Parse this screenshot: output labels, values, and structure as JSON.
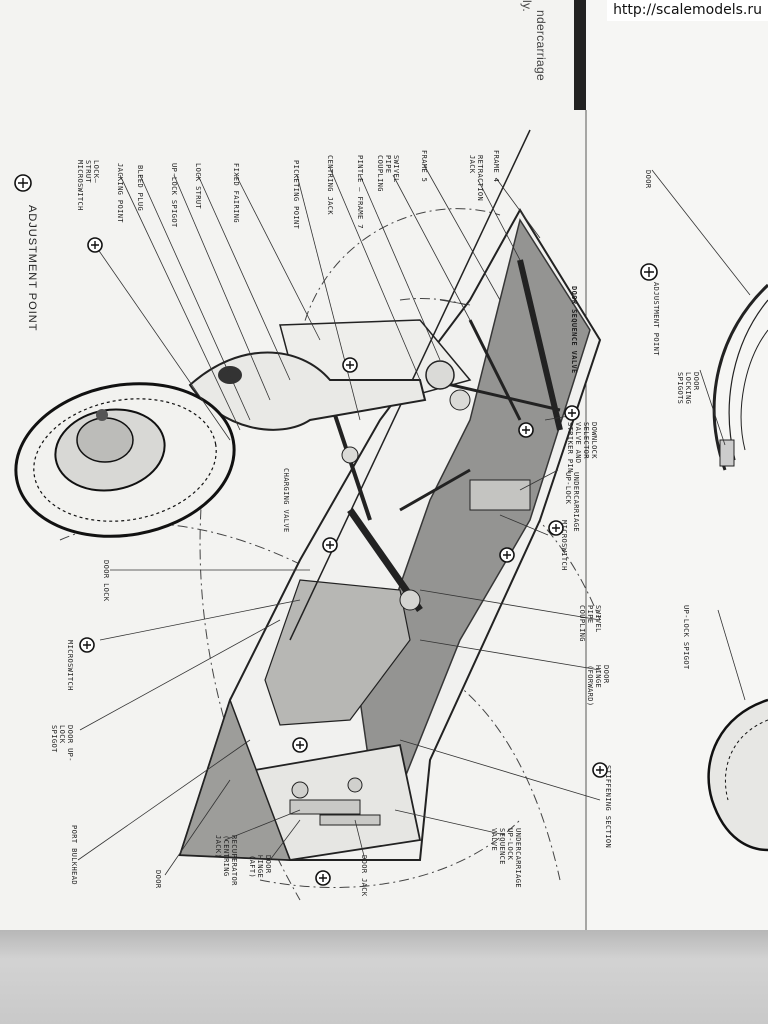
{
  "watermark": "http://scalemodels.ru",
  "header": {
    "heading": "ndercarriage",
    "fragment": "ly."
  },
  "legend": {
    "adjustment_point": "ADJUSTMENT POINT"
  },
  "right_page": {
    "door": "DOOR",
    "adjustment_point": "ADJUSTMENT POINT",
    "door_locking_spigots": "DOOR LOCKING SPIGOTS",
    "up_lock_spigot": "UP-LOCK SPIGOT"
  },
  "labels": {
    "frame_4": "FRAME 4",
    "retraction_jack": "RETRACTION JACK",
    "frame_5": "FRAME 5",
    "swivel_pipe_coupling": "SWIVEL PIPE COUPLING",
    "pintle_frame_7": "PINTLE – FRAME 7",
    "centring_jack": "CENTRING JACK",
    "picketing_point": "PICKETING POINT",
    "faired_fairing": "FIXED FAIRING",
    "lock_strut": "LOCK STRUT",
    "up_lock_spigot": "UP-LOCK SPIGOT",
    "bleed_plug": "BLEED PLUG",
    "jacking_point": "JACKING POINT",
    "lock_strut_microswitch": "LOCK—STRUT MICROSWITCH",
    "door_sequence_valve": "DOOR SEQUENCE VALVE",
    "downlock_selector_valve": "DOWNLOCK SELECTOR VALVE AND STRIKER PIN",
    "undercarriage_up_lock": "UNDERCARRIAGE UP-LOCK",
    "microswitch_upper": "MICROSWITCH",
    "swivel_pipe_coupling_2": "SWIVEL PIPE COUPLING",
    "door_hinge_forward": "DOOR HINGE (FORWARD)",
    "stiffening_section": "STIFFENING SECTION",
    "charging_valve": "CHARGING VALVE",
    "door_lock": "DOOR LOCK",
    "microswitch_lower": "MICROSWITCH",
    "door_up_lock_spigot": "DOOR UP-LOCK SPIGOT",
    "port_bulkhead": "PORT BULKHEAD",
    "undercarriage_up_lock_sequence_valve": "UNDERCARRIAGE UP-LOCK SEQUENCE VALVE",
    "door_jack": "DOOR JACK",
    "door_hinge_aft": "DOOR HINGE (AFT)",
    "recuperator": "RECUPERATOR (CENTRING JACK)",
    "door": "DOOR"
  }
}
